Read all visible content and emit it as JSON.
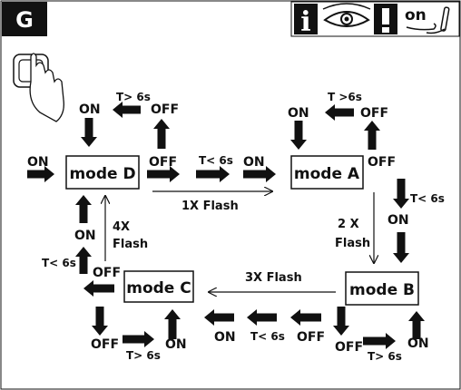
{
  "badge": {
    "letter": "G"
  },
  "info": {
    "i_glyph": "i",
    "warn_glyph": "!",
    "on_label": "on"
  },
  "modes": {
    "a": "mode A",
    "b": "mode B",
    "c": "mode C",
    "d": "mode D"
  },
  "labels": {
    "entry_on": "ON",
    "d_top_on": "ON",
    "d_top_off": "OFF",
    "d_top_time": "T> 6s",
    "d_right_off": "OFF",
    "d_right_time": "T< 6s",
    "d_right_on": "ON",
    "flash_1x": "1X Flash",
    "a_top_on": "ON",
    "a_top_off": "OFF",
    "a_top_time": "T >6s",
    "a_right_off": "OFF",
    "a_right_time": "T< 6s",
    "a_right_on": "ON",
    "flash_2x_a": "2 X",
    "flash_2x_b": "Flash",
    "flash_3x": "3X Flash",
    "b_bottom_off": "OFF",
    "b_bottom_time": "T> 6s",
    "b_bottom_on": "ON",
    "b_left_off": "OFF",
    "b_left_time": "T< 6s",
    "b_left_on": "ON",
    "c_bottom_off": "OFF",
    "c_bottom_time": "T> 6s",
    "c_bottom_on": "ON",
    "c_left_off": "OFF",
    "c_left_on": "ON",
    "c_left_time": "T< 6s",
    "flash_4x_a": "4X",
    "flash_4x_b": "Flash"
  },
  "icons": [
    "touch-button-icon",
    "eye-icon",
    "hand-switch-icon",
    "info-icon",
    "warning-icon"
  ]
}
